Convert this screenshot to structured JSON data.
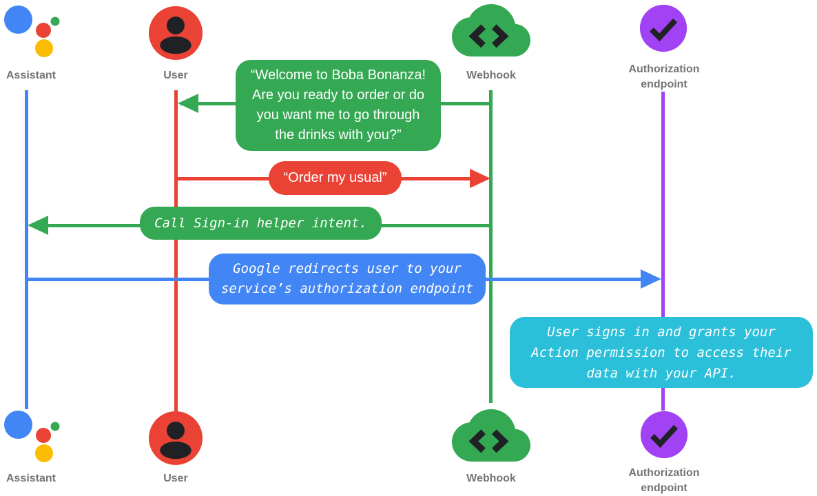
{
  "colors": {
    "assistant_blue": "#4285F4",
    "user_red": "#EA4335",
    "webhook_green": "#34A853",
    "auth_purple": "#A142F4",
    "note_cyan": "#2BBFDA",
    "label_gray": "#757575",
    "glyph_dark": "#202124",
    "assistant_logo_yellow": "#FBBC04"
  },
  "actors": {
    "assistant": {
      "label": "Assistant",
      "icon": "google-assistant-logo"
    },
    "user": {
      "label": "User",
      "icon": "user-avatar"
    },
    "webhook": {
      "label": "Webhook",
      "icon": "cloud-code"
    },
    "auth": {
      "label": "Authorization\nendpoint",
      "icon": "check-circle"
    }
  },
  "messages": {
    "welcome": {
      "from": "Webhook",
      "to": "User",
      "direction": "left",
      "color": "#34A853",
      "text": "“Welcome to Boba Bonanza!\nAre you ready to order or do\nyou want me to go through\nthe drinks with you?”"
    },
    "order": {
      "from": "User",
      "to": "Webhook",
      "direction": "right",
      "color": "#EA4335",
      "text": "“Order my usual”"
    },
    "signin": {
      "from": "Webhook",
      "to": "Assistant",
      "direction": "left",
      "color": "#34A853",
      "text": "Call Sign-in helper intent."
    },
    "redirect": {
      "from": "Assistant",
      "to": "Authorization endpoint",
      "direction": "right",
      "color": "#4285F4",
      "text": "Google redirects user to your\nservice’s authorization endpoint"
    },
    "grant": {
      "over": "Authorization endpoint",
      "color": "#2BBFDA",
      "text": "User signs in and grants your\nAction permission to access their\ndata with your API."
    }
  }
}
